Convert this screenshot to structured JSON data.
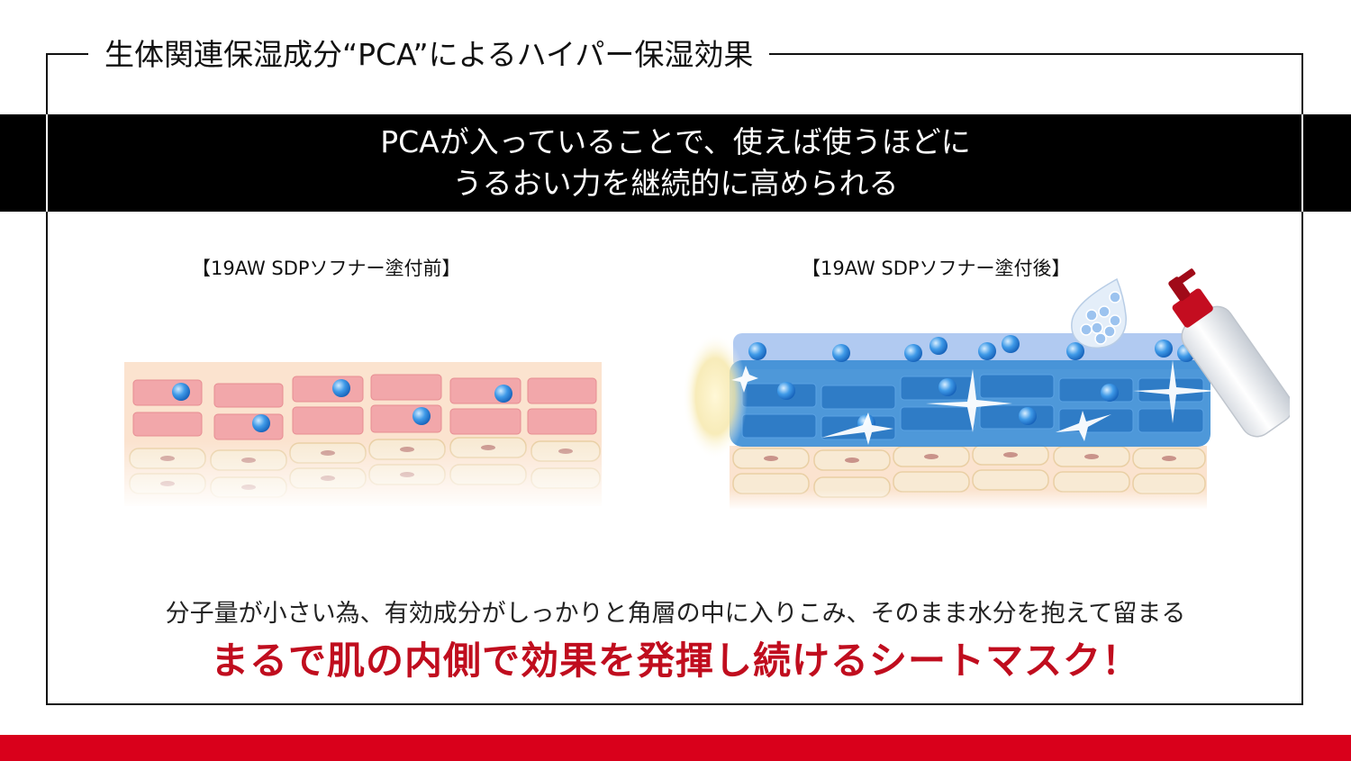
{
  "frame": {
    "title": "生体関連保湿成分“PCA”によるハイパー保湿効果"
  },
  "banner": {
    "line1": "PCAが入っていることで、使えば使うほどに",
    "line2": "うるおい力を継続的に高められる"
  },
  "panels": {
    "before_label": "【19AW SDPソフナー塗付前】",
    "after_label": "【19AW SDPソフナー塗付後】"
  },
  "description": "分子量が小さい為、有効成分がしっかりと角層の中に入りこみ、そのまま水分を抱えて留まる",
  "headline": "まるで肌の内側で効果を発揮し続けるシートマスク！",
  "colors": {
    "accent_red": "#d9001b",
    "headline_red": "#c00d1e",
    "banner_black": "#000000",
    "cell_pink": "#f2a7aa",
    "cell_cream": "#f8ead4",
    "layer_blue": "#3f8fd6",
    "droplet_blue": "#2a8fe0"
  }
}
